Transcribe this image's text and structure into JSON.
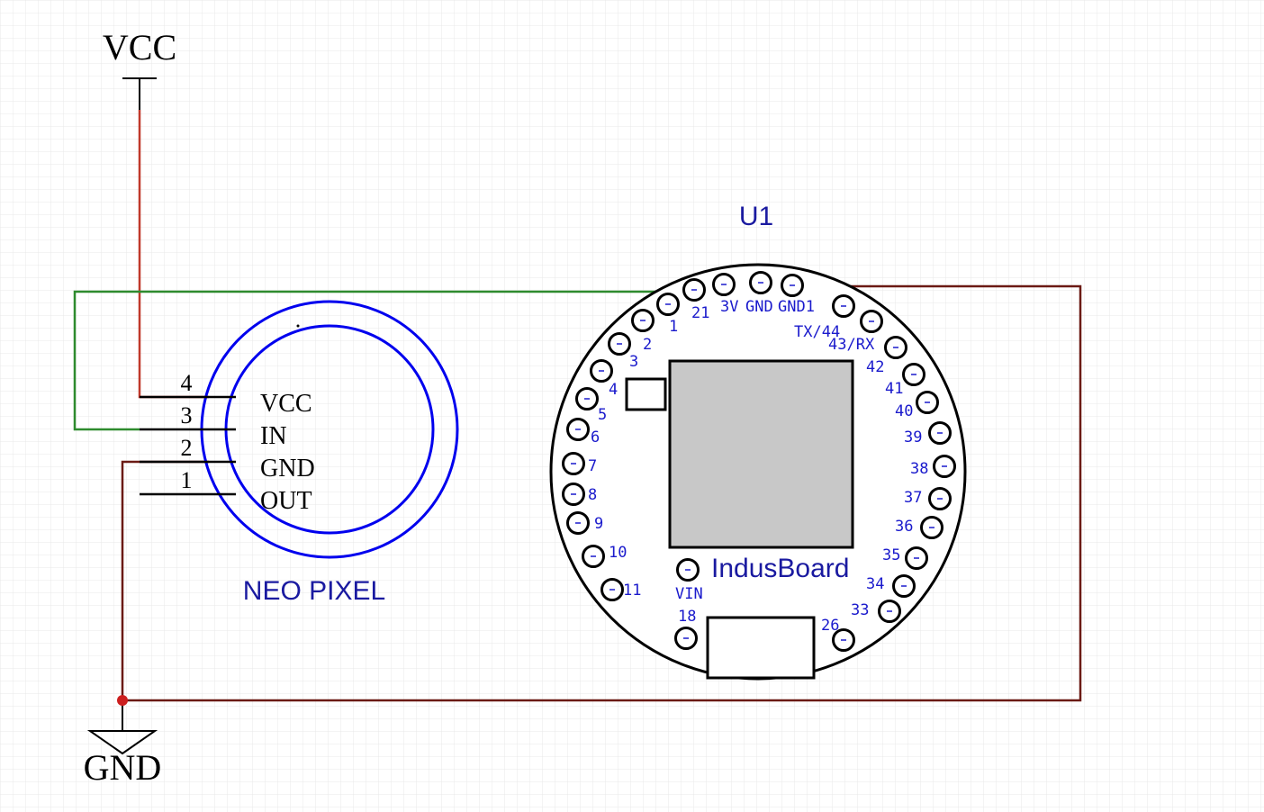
{
  "colors": {
    "grid": "#e8e8e8",
    "vcc_wire": "#c0392b",
    "signal_wire": "#2e8b2e",
    "gnd_wire": "#6b1a14",
    "component": "#0000ee",
    "outline": "#000000",
    "pin_label": "#1a1acc",
    "junction": "#cc1f1f",
    "chip": "#c8c8c8"
  },
  "power": {
    "vcc_label": "VCC",
    "gnd_label": "GND"
  },
  "neopixel": {
    "name": "NEO PIXEL",
    "pins": [
      {
        "number": "4",
        "name": "VCC"
      },
      {
        "number": "3",
        "name": "IN"
      },
      {
        "number": "2",
        "name": "GND"
      },
      {
        "number": "1",
        "name": "OUT"
      }
    ]
  },
  "indusboard": {
    "designator": "U1",
    "name": "IndusBoard",
    "pins": [
      "21",
      "3V",
      "GND",
      "GND1",
      "1",
      "2",
      "3",
      "4",
      "5",
      "6",
      "7",
      "8",
      "9",
      "10",
      "11",
      "VIN",
      "18",
      "26",
      "33",
      "34",
      "35",
      "36",
      "37",
      "38",
      "39",
      "40",
      "41",
      "42",
      "43/RX",
      "TX/44"
    ]
  }
}
